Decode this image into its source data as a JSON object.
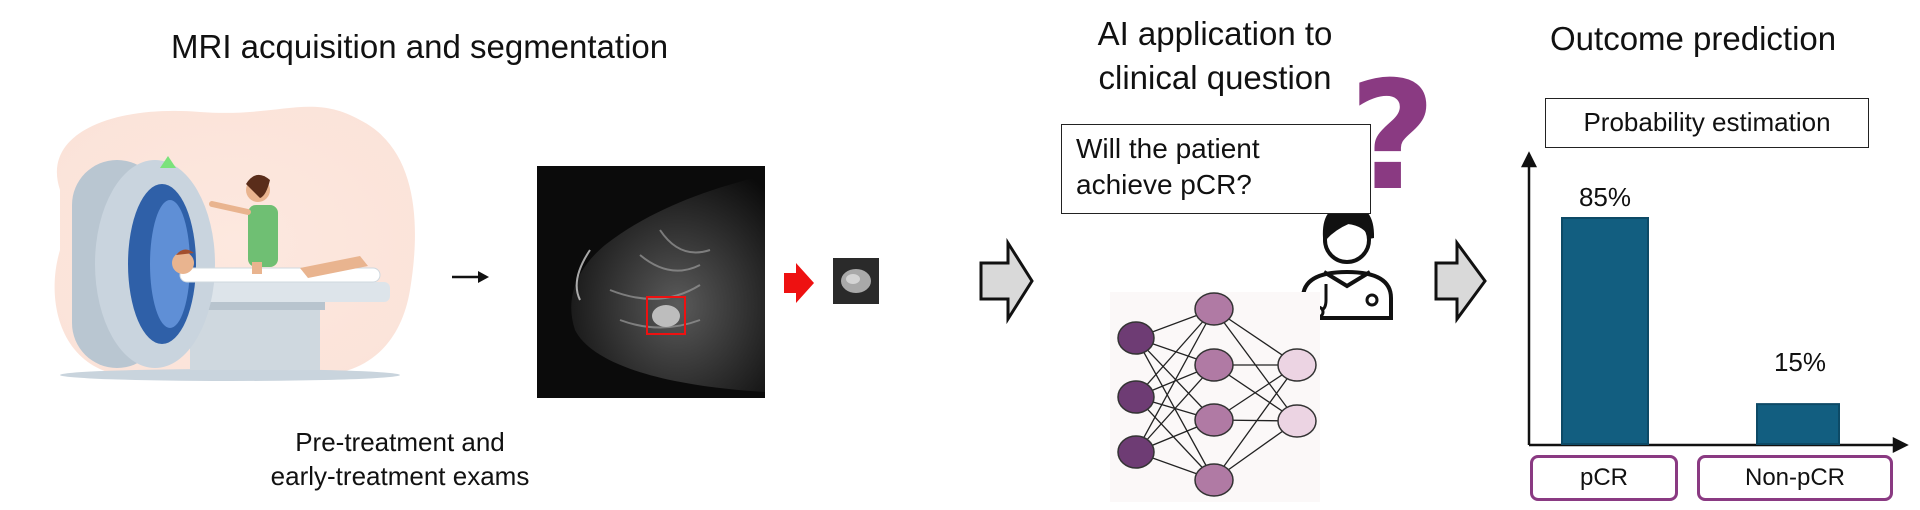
{
  "section_mri": {
    "title": "MRI acquisition and segmentation",
    "caption_line1": "Pre-treatment and",
    "caption_line2": "early-treatment exams"
  },
  "section_ai": {
    "title_line1": "AI application to",
    "title_line2": "clinical question",
    "question_line1": "Will the patient",
    "question_line2": "achieve pCR?",
    "question_mark": "?"
  },
  "section_outcome": {
    "title": "Outcome prediction",
    "probability_label": "Probability estimation"
  },
  "colors": {
    "bar": "#125e80",
    "accent_purple": "#8a3a82",
    "red_arrow": "#ee1111",
    "gray_arrow": "#d9d9d9"
  },
  "chart_data": {
    "type": "bar",
    "categories": [
      "pCR",
      "Non-pCR"
    ],
    "values": [
      85,
      15
    ],
    "value_labels": [
      "85%",
      "15%"
    ],
    "ylim": [
      0,
      100
    ]
  }
}
